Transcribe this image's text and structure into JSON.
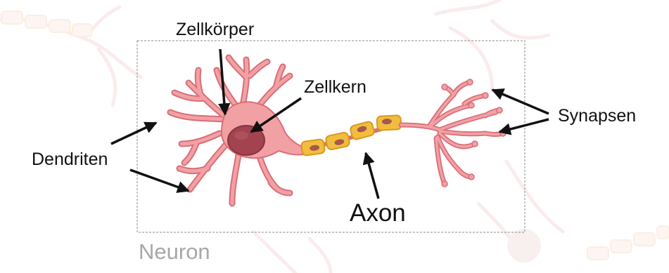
{
  "diagram": {
    "title": "Neuron",
    "labels": {
      "cell_body": "Zellkörper",
      "nucleus": "Zellkern",
      "dendrites": "Dendriten",
      "synapses": "Synapsen",
      "axon": "Axon"
    },
    "colors": {
      "cell_fill": "#f1a1a4",
      "cell_stroke": "#d96e78",
      "nucleus": "#a2434f",
      "myelin": "#f2bd3f",
      "myelin_stroke": "#d99a1c",
      "myelin_nucleus": "#a8594a",
      "frame": "#8a8a8a",
      "title_text": "#a7a7a7",
      "background_watermark": "#f6dede"
    },
    "icons": {
      "arrow": "black-arrow",
      "watermark": "faded-neuron-background"
    }
  }
}
